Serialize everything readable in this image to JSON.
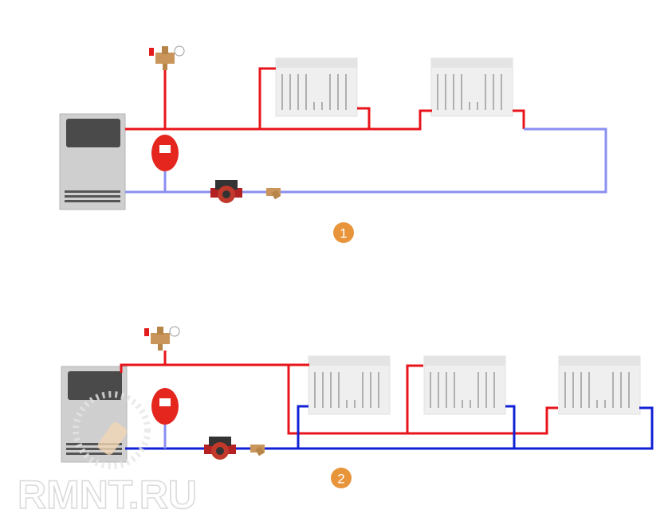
{
  "diagrams": [
    {
      "label": "1",
      "type": "single-pipe heating scheme"
    },
    {
      "label": "2",
      "type": "two-pipe heating scheme"
    }
  ],
  "watermark": "RMNT.RU",
  "colors": {
    "supply": "#e8141b",
    "return_1": "#8a8ff0",
    "return_2": "#1220d6",
    "badge": "#e8943a",
    "radiator": "#eeeeee",
    "boiler": "#c8c8c8"
  }
}
